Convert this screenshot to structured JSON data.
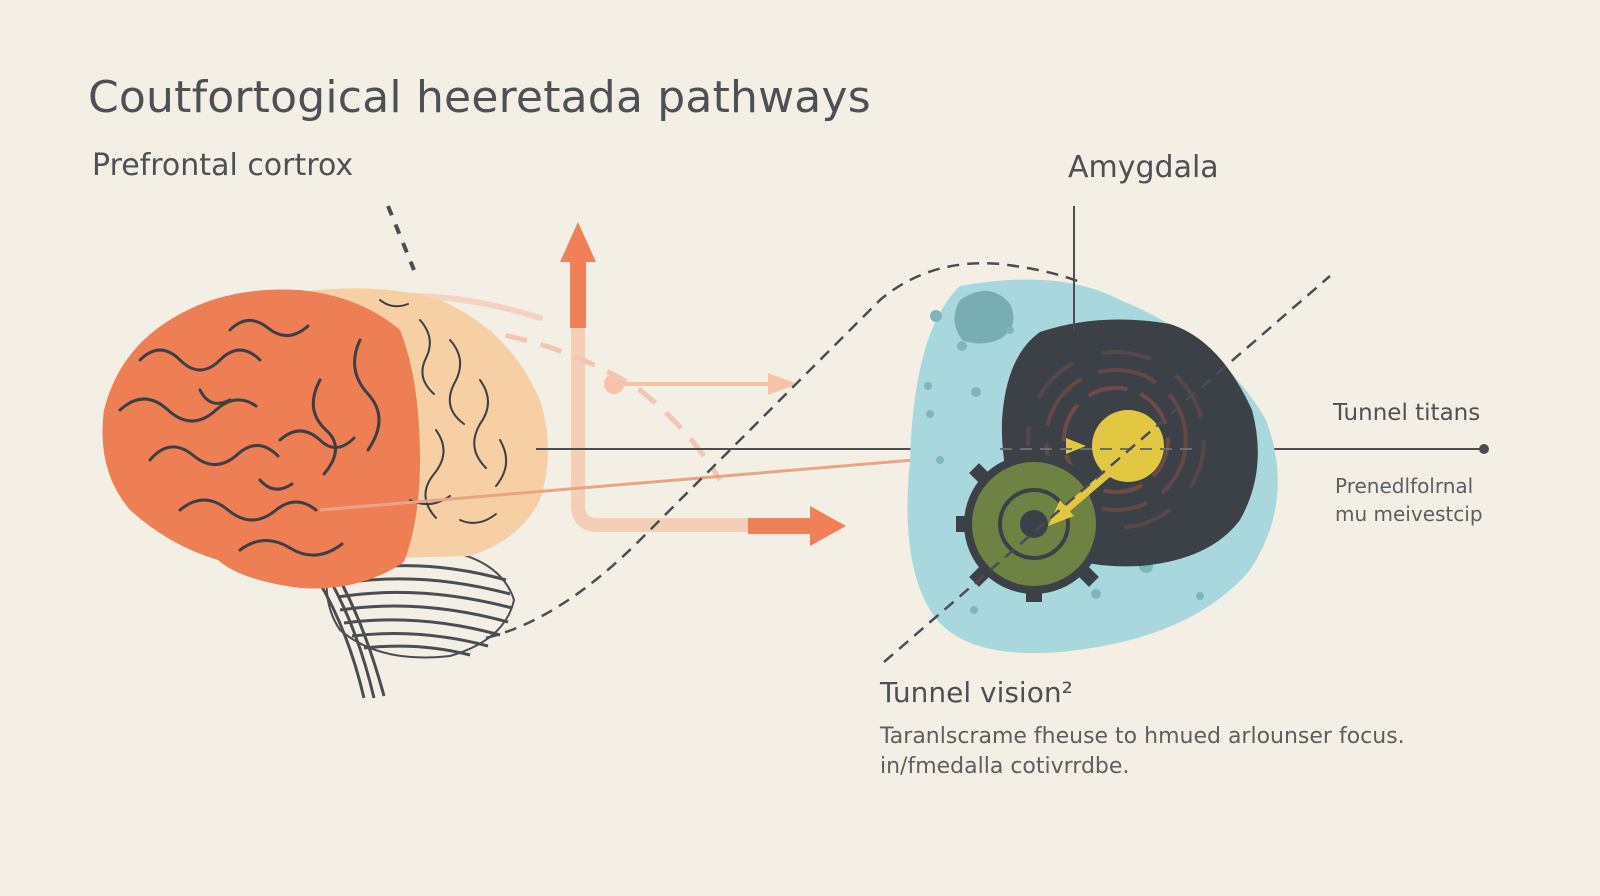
{
  "title": "Coutfortogical heeretada pathways",
  "labels": {
    "prefrontal": "Prefrontal cortrox",
    "amygdala": "Amygdala"
  },
  "side_callout": {
    "title": "Tunnel titans",
    "desc_line1": "Prenedlfolrnal",
    "desc_line2": "mu meivestcip"
  },
  "tunnel_vision": {
    "title": "Tunnel vision²",
    "desc_line1": "Taranlscrame fheuse to hmued arlounser focus.",
    "desc_line2": "in/fmedalla cotivrrdbe."
  },
  "icons": [
    "brain-illustration",
    "arrow-up-icon",
    "arrow-right-icon",
    "amygdala-blob",
    "gear-icon",
    "target-icon"
  ],
  "colors": {
    "background": "#f3efe4",
    "brain_front": "#ee7f55",
    "brain_back": "#f6cfa4",
    "accent_orange": "#ef8058",
    "amygdala_blob": "#a8d8dd",
    "dark_shape": "#3c4148",
    "gear": "#6e8243",
    "target": "#e2c743",
    "line": "#4a4d52"
  }
}
